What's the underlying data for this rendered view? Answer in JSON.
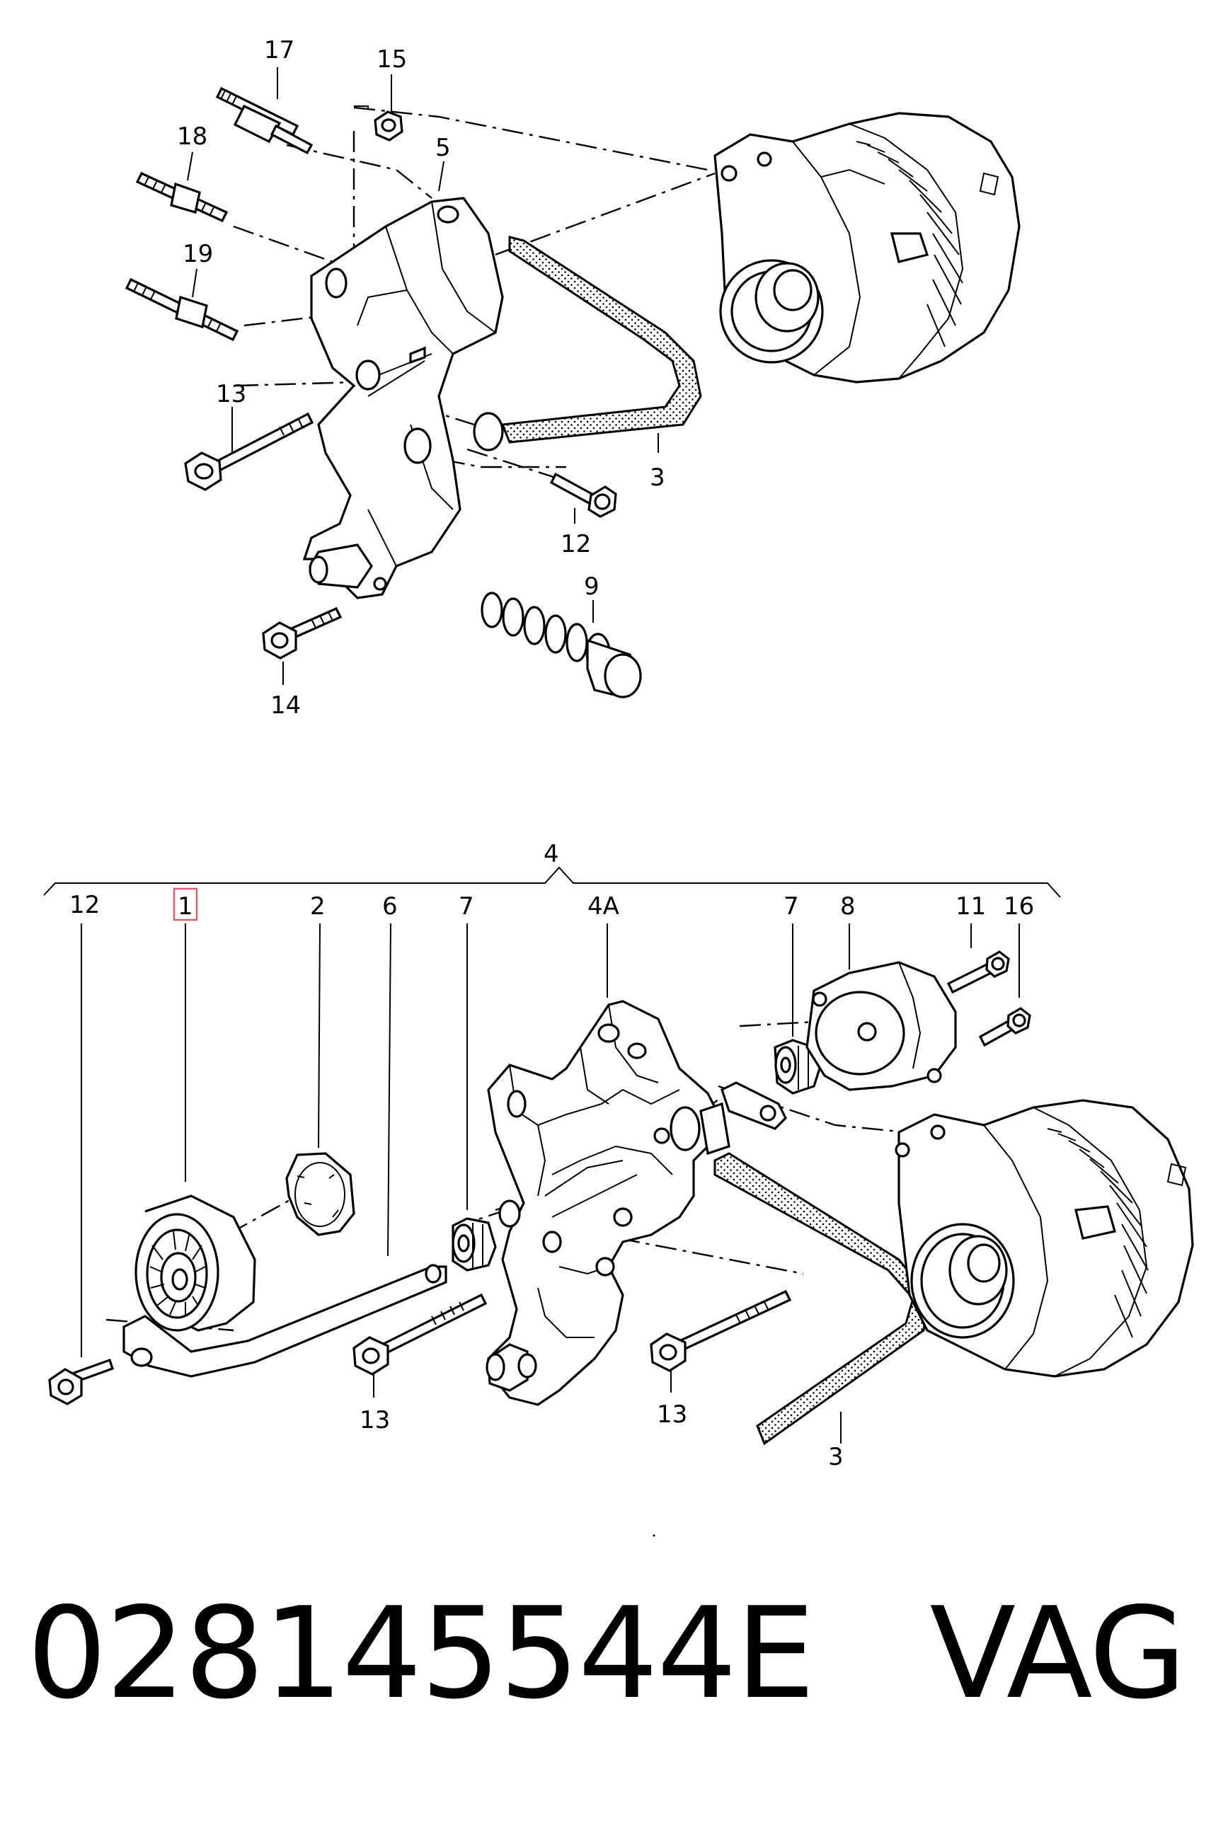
{
  "diagram": {
    "top_group_labels": [
      "17",
      "15",
      "5",
      "18",
      "19",
      "13",
      "3",
      "12",
      "9",
      "14"
    ],
    "bottom_group_label": "4",
    "bottom_labels": [
      "12",
      "1",
      "2",
      "6",
      "7",
      "4A",
      "7",
      "8",
      "11",
      "16",
      "13",
      "13",
      "3"
    ],
    "highlighted_label": "1",
    "highlight_color": "#e05a6a"
  },
  "footer": {
    "part_number_text": "028145544E   VAG"
  }
}
